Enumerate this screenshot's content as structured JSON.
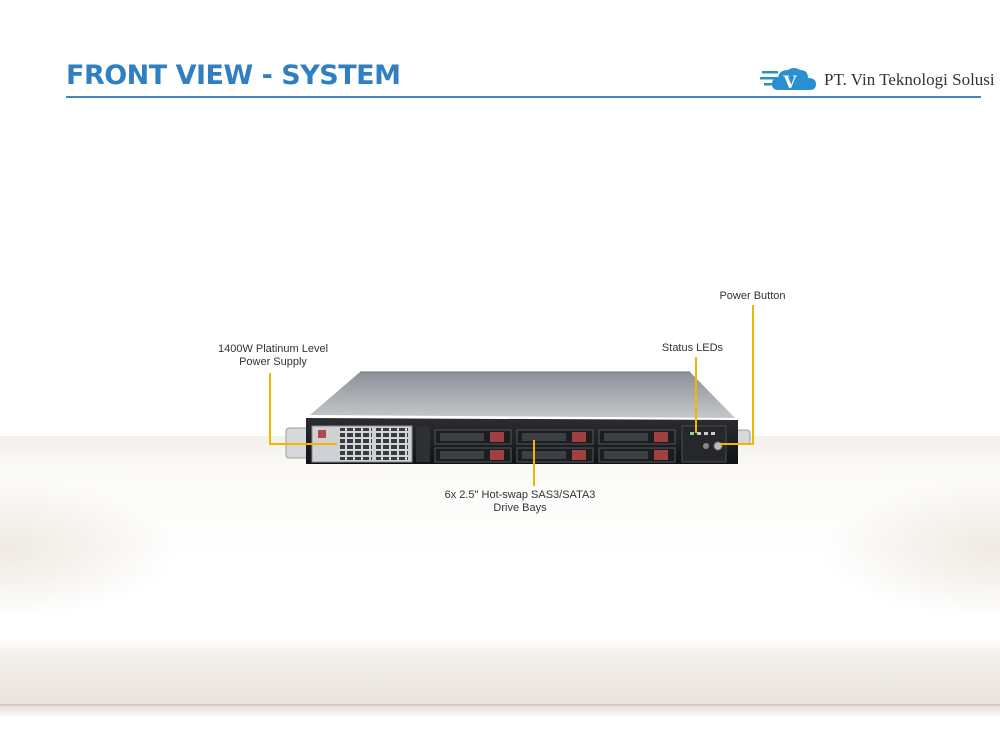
{
  "header": {
    "title": "FRONT VIEW - SYSTEM",
    "logo_text": "PT. Vin Teknologi Solusi",
    "logo_letter": "V"
  },
  "callouts": {
    "power_supply": [
      "1400W Platinum Level",
      "Power Supply"
    ],
    "power_button": "Power Button",
    "status_leds": "Status LEDs",
    "drive_bays": [
      "6x 2.5\" Hot-swap SAS3/SATA3",
      "Drive Bays"
    ]
  },
  "colors": {
    "title": "#2f7fc1",
    "callout_line": "#f1b600",
    "drive_release": "#a04040"
  }
}
